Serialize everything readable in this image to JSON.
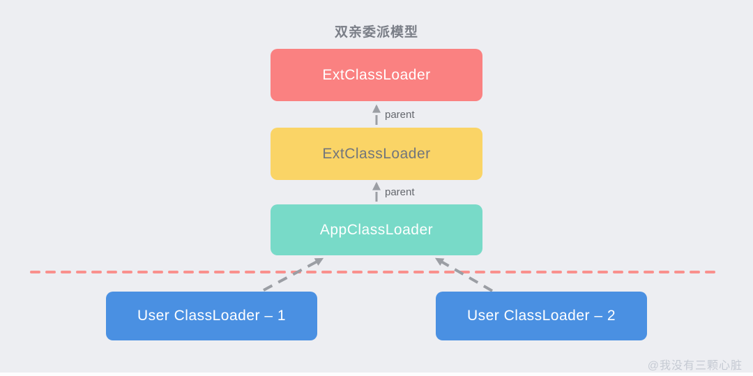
{
  "title": "双亲委派模型",
  "diagram": {
    "nodes": [
      {
        "id": "top-loader",
        "label": "ExtClassLoader",
        "fill": "#FA8181",
        "text_color": "#FFFFFF"
      },
      {
        "id": "ext-loader",
        "label": "ExtClassLoader",
        "fill": "#FAD466",
        "text_color": "#71757C"
      },
      {
        "id": "app-loader",
        "label": "AppClassLoader",
        "fill": "#78DAC8",
        "text_color": "#FFFFFF"
      },
      {
        "id": "user-loader-1",
        "label": "User ClassLoader – 1",
        "fill": "#4A90E2",
        "text_color": "#FFFFFF"
      },
      {
        "id": "user-loader-2",
        "label": "User ClassLoader – 2",
        "fill": "#4A90E2",
        "text_color": "#FFFFFF"
      }
    ],
    "parent_edge_label": "parent"
  },
  "watermark": "@我没有三颗心脏",
  "colors": {
    "background": "#EDEEF2",
    "arrow_gray": "#9B9EA4",
    "divider_pink": "#F9908D",
    "title_text": "#7A7E87",
    "parent_label_text": "#64676D",
    "watermark_text": "#C5CAD3"
  }
}
